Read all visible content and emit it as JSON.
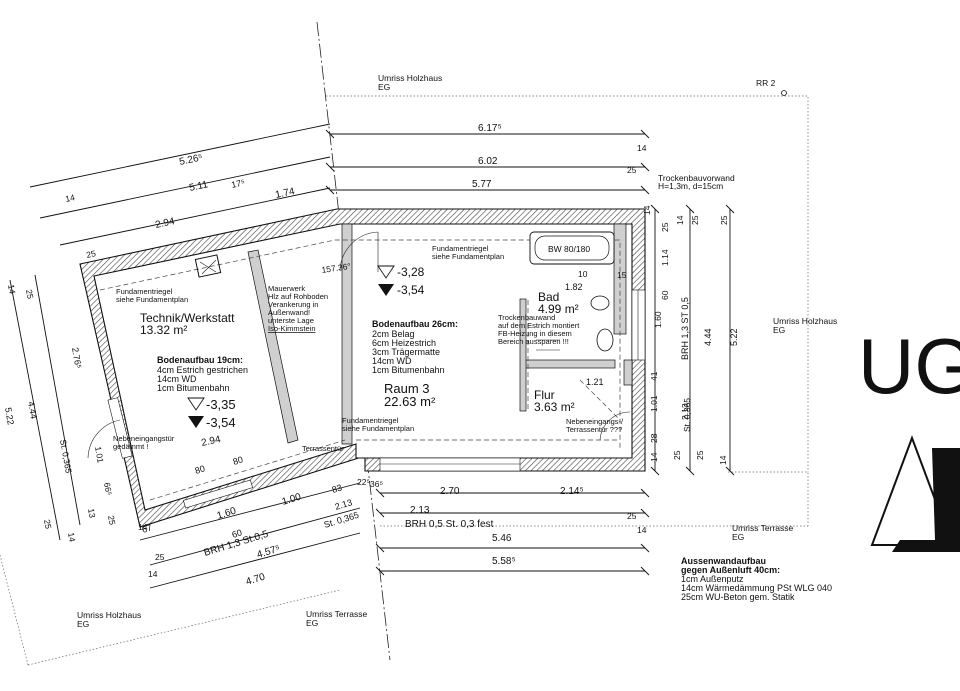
{
  "outlines": {
    "holzhaus_top": [
      "Umriss Holzhaus",
      "EG"
    ],
    "rr2": "RR 2",
    "holzhaus_right": [
      "Umriss Holzhaus",
      "EG"
    ],
    "terrasse_right": [
      "Umriss Terrasse",
      "EG"
    ],
    "holzhaus_bottom": [
      "Umriss Holzhaus",
      "EG"
    ],
    "terrasse_bottom": [
      "Umriss Terrasse",
      "EG"
    ]
  },
  "rooms": {
    "technik": {
      "name": "Technik/Werkstatt",
      "area": "13.32 m²",
      "floor_title": "Bodenaufbau 19cm:",
      "floor_layers": [
        "4cm Estrich gestrichen",
        "14cm WD",
        "1cm Bitumenbahn"
      ],
      "level_top": "-3,35",
      "level_bottom": "-3,54",
      "fundament_note": [
        "Fundamentriegel",
        "siehe Fundamentplan"
      ]
    },
    "raum3": {
      "name": "Raum 3",
      "area": "22.63 m²",
      "floor_title": "Bodenaufbau 26cm:",
      "floor_layers": [
        "2cm Belag",
        "6cm Heizestrich",
        "3cm Trägermatte",
        "14cm WD",
        "1cm Bitumenbahn"
      ],
      "level_top": "-3,28",
      "level_bottom": "-3,54",
      "fundament_note_top": [
        "Fundamentriegel",
        "siehe Fundamentplan"
      ],
      "fundament_note_bottom": [
        "Fundamentriegel",
        "siehe Fundamentplan"
      ]
    },
    "bad": {
      "name": "Bad",
      "area": "4.99 m²",
      "bathtub": "BW 80/180"
    },
    "flur": {
      "name": "Flur",
      "area": "3.63 m²"
    }
  },
  "notes": {
    "mauerwerk": [
      "Mauerwerk",
      "Hlz auf Rohboden",
      "Verankerung in",
      "Außenwand!",
      "unterste Lage",
      "Iso-Kimmstein"
    ],
    "trockenbau": [
      "Trockenbauwand",
      "auf dem Estrich montiert",
      "FB-Heizung in diesem",
      "Bereich aussparen !!!"
    ],
    "trockenbauvorwand": [
      "Trockenbauvorwand",
      "H=1,3m, d=15cm"
    ],
    "nebeneingang_left": [
      "Nebeneingangstür",
      "gedämmt !"
    ],
    "nebeneingang_right": [
      "Nebeneingangs-/",
      "Terrassentür ???"
    ],
    "terrassentuer": "Terrassentür",
    "angle": "157.36°"
  },
  "dims_top": {
    "row1": "6.17⁵",
    "row1_end": "14",
    "row2": "6.02",
    "row2_end": "25",
    "row3": "5.77",
    "left_row1": "5.26⁵",
    "left_row2": "5.11",
    "left_row2_b": "17⁵",
    "left_row2_c": "1.74",
    "left_row3": "2.94",
    "left_small_a": "14",
    "left_small_b": "25"
  },
  "dims_right": {
    "a": "14",
    "b": "25",
    "c": "1.14",
    "d": "10",
    "e": "1.82",
    "f": "15",
    "g": "60",
    "h": "1.60",
    "i": "41",
    "j": "1.21",
    "k": "1.01",
    "l": "28",
    "m": "14",
    "n": "25",
    "o": "25",
    "p": "14",
    "total1": "4.44",
    "total2": "5.22",
    "total3": "2.13",
    "brh": "BRH 1,3 ST 0,5",
    "st": "St. 0,365",
    "top_a": "14",
    "top_b": "25",
    "top_c": "25"
  },
  "dims_left": {
    "a": "14",
    "b": "25",
    "c": "2.76⁵",
    "d": "4.44",
    "e": "5.22",
    "f": "1.01",
    "g": "St. 0,365",
    "h": "66⁵",
    "i": "13",
    "j": "25",
    "k": "14",
    "l": "25",
    "inner_width": "2.94",
    "door_a": "80",
    "door_b": "80"
  },
  "dims_bottom": {
    "a": "67",
    "b": "1.60",
    "c": "1.00",
    "d": "83",
    "e": "22⁵",
    "f": "36⁵",
    "g": "60",
    "h": "2.13",
    "i": "St. 0,365",
    "j": "14",
    "k": "25",
    "brh_left": "BRH 1,3 St.0,5",
    "left_total1": "4.57⁵",
    "left_total2": "4.70",
    "left_small": "14",
    "right_a": "2.70",
    "right_b": "2.14⁵",
    "right_c": "2.13",
    "right_d": "25",
    "brh_right": "BRH 0,5 St. 0,3 fest",
    "right_total1": "5.46",
    "right_total1_end": "14",
    "right_total2": "5.58⁵"
  },
  "aussenwand": {
    "title1": "Aussenwandaufbau",
    "title2": "gegen Außenluft 40cm:",
    "layers": [
      "1cm Außenputz",
      "14cm Wärmedämmung PSt WLG 040",
      "25cm WU-Beton gem. Statik"
    ]
  },
  "logo": {
    "text": "UG"
  }
}
